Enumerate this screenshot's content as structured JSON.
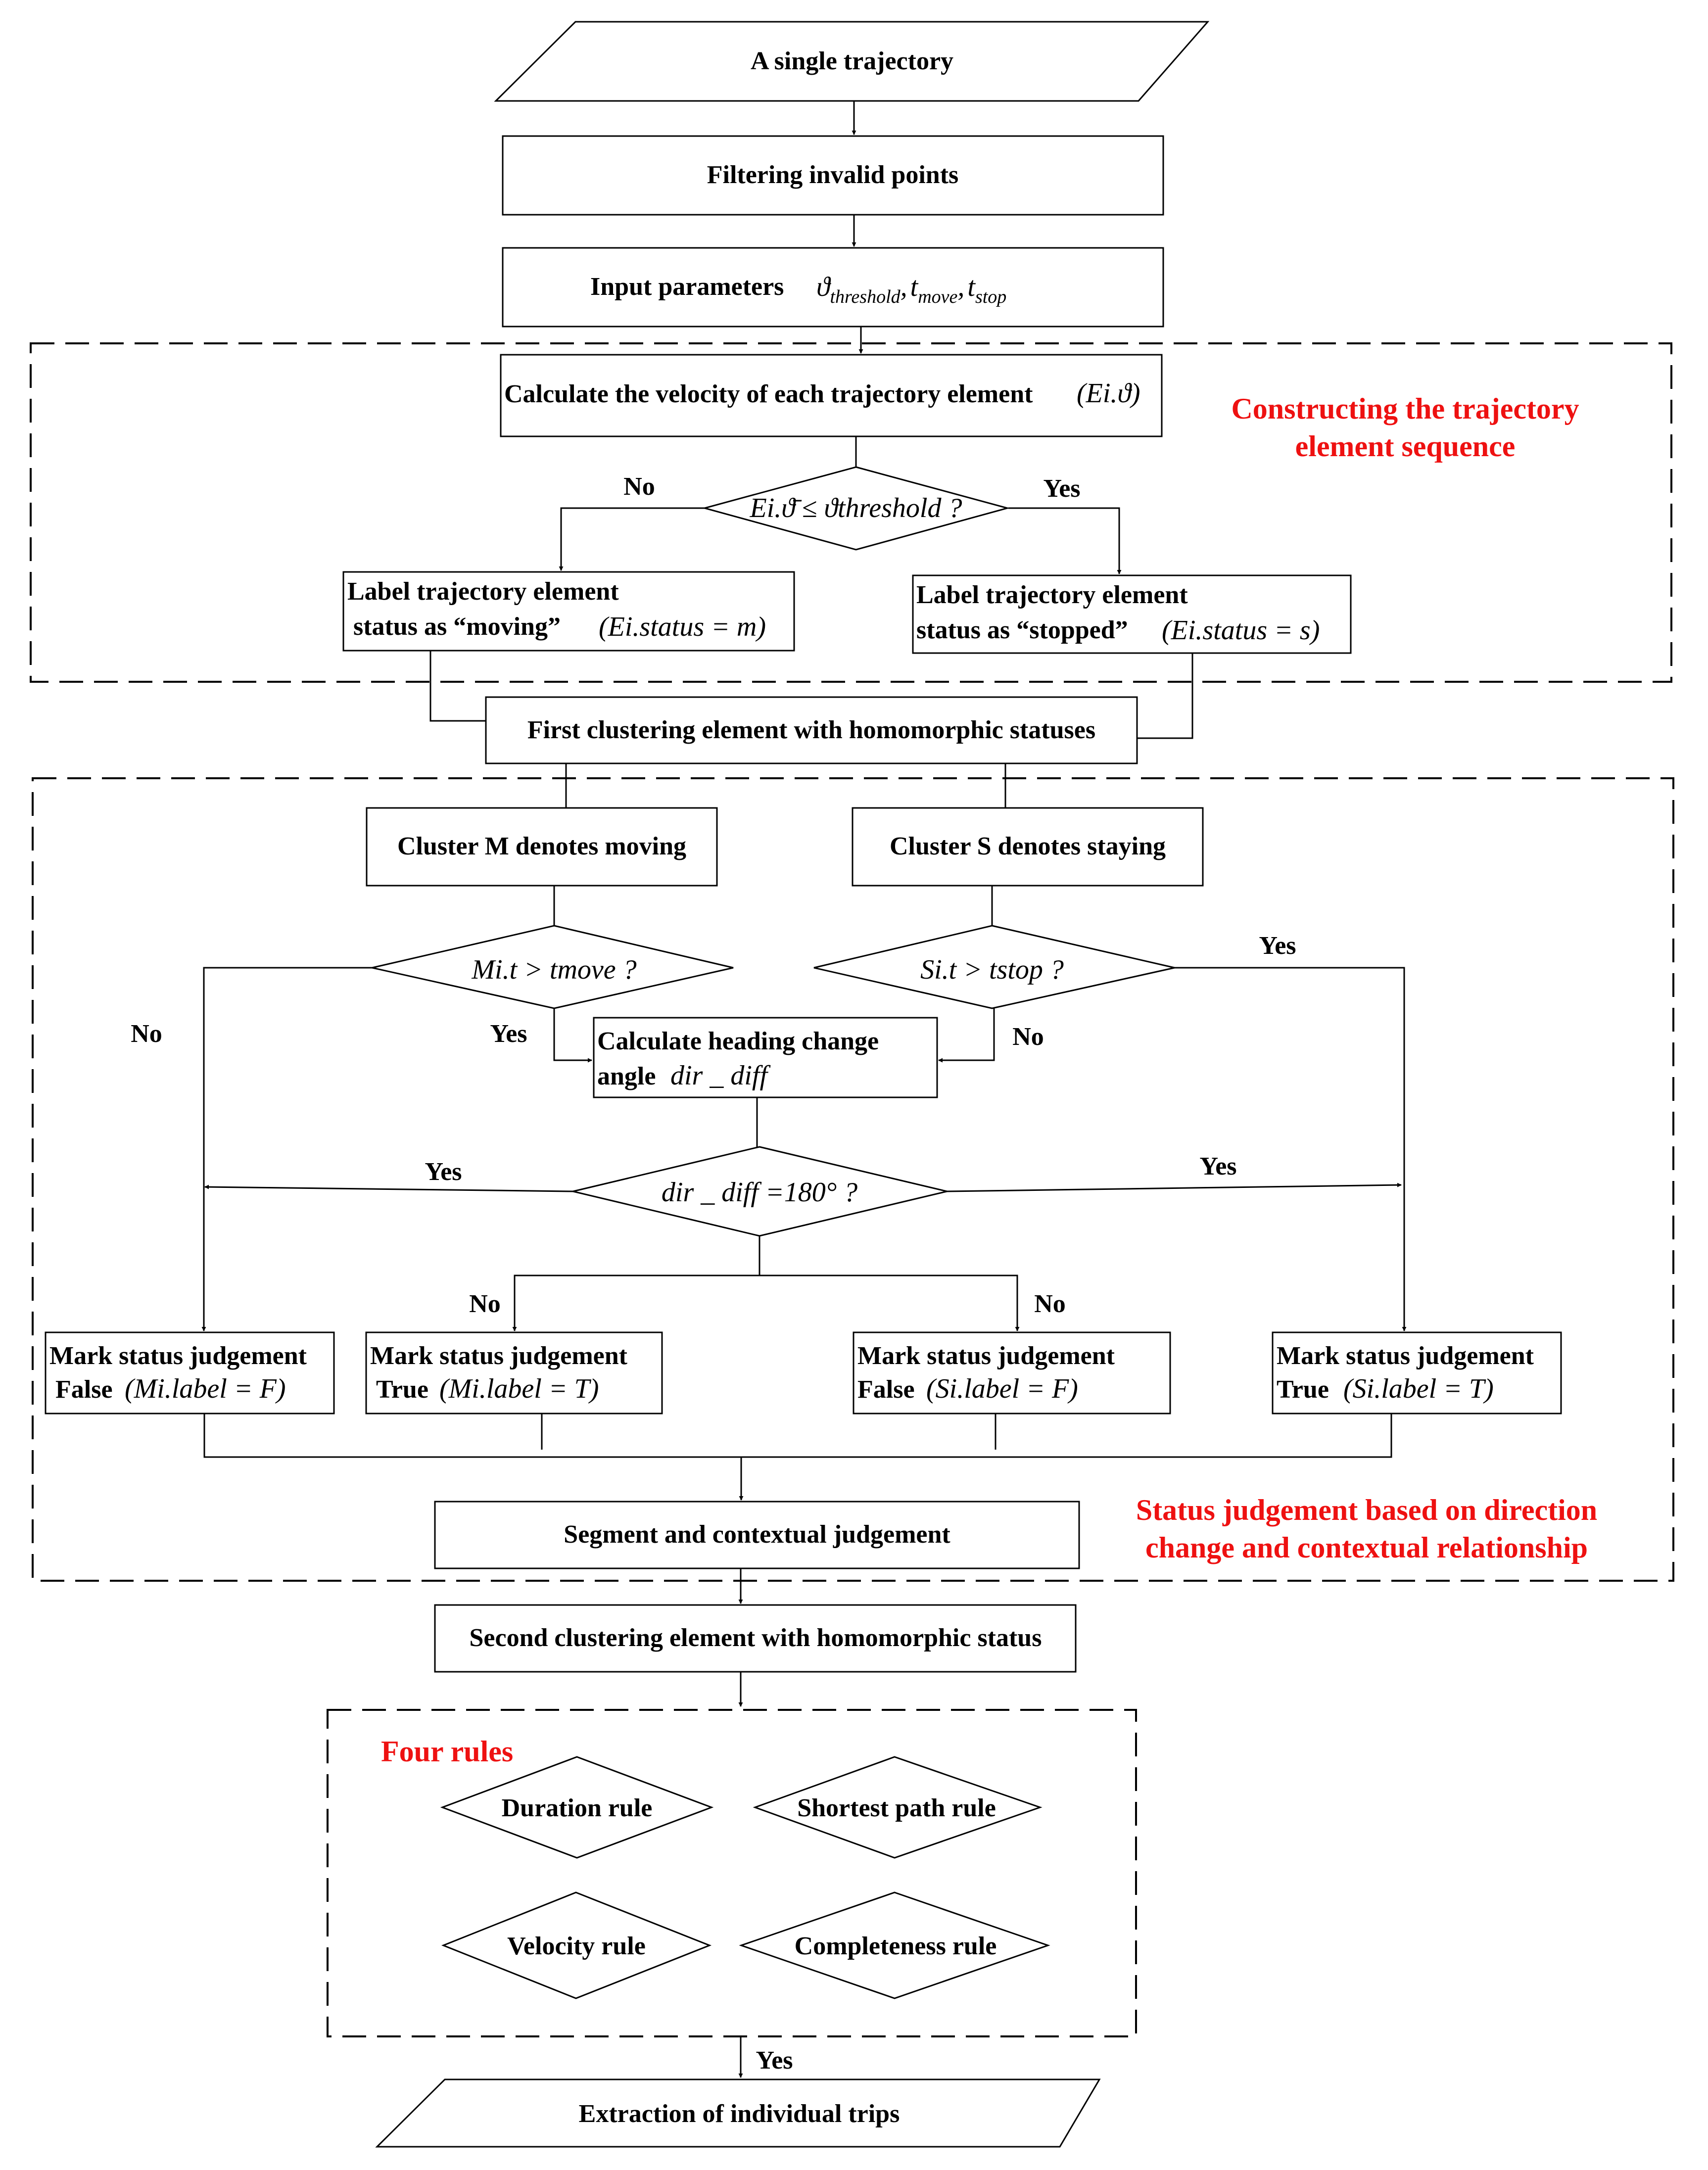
{
  "start": {
    "label": "A single trajectory"
  },
  "filter": {
    "label": "Filtering invalid points"
  },
  "params": {
    "label": "Input  parameters",
    "theta": "ϑ",
    "threshold_sub": "threshold",
    "t": "t",
    "move_sub": "move",
    "stop_sub": "stop",
    "comma": ","
  },
  "group1": {
    "title_line1": "Constructing the trajectory",
    "title_line2": "element sequence"
  },
  "velocity": {
    "label": "Calculate the velocity of each trajectory element",
    "math": "(Ei.ϑ)"
  },
  "velocity_check": {
    "math": "Ei.ϑ̄ ≤ ϑthreshold ?",
    "no": "No",
    "yes": "Yes"
  },
  "label_moving": {
    "line1": "Label trajectory element",
    "line2": "status as  “moving”",
    "math": "(Ei.status = m)"
  },
  "label_stopped": {
    "line1": "Label trajectory element",
    "line2": "status as  “stopped”",
    "math": "(Ei.status = s)"
  },
  "first_cluster": {
    "label": "First clustering element with homomorphic statuses"
  },
  "cluster_m": {
    "label": "Cluster M denotes moving"
  },
  "cluster_s": {
    "label": "Cluster S denotes staying"
  },
  "m_check": {
    "math": "Mi.t > tmove ?",
    "no": "No",
    "yes": "Yes"
  },
  "s_check": {
    "math": "Si.t > tstop ?",
    "no": "No",
    "yes": "Yes"
  },
  "heading": {
    "line1": "Calculate heading change",
    "line2": "angle",
    "math": "dir _ diff"
  },
  "dir_check": {
    "math": "dir _ diff =180° ?",
    "yes_left": "Yes",
    "yes_right": "Yes",
    "no_left": "No",
    "no_right": "No"
  },
  "marks": [
    {
      "line1": "Mark status judgement",
      "line2": "False",
      "math": "(Mi.label = F)"
    },
    {
      "line1": "Mark status judgement",
      "line2": "True",
      "math": "(Mi.label = T)"
    },
    {
      "line1": "Mark status judgement",
      "line2": "False",
      "math": "(Si.label = F)"
    },
    {
      "line1": "Mark status judgement",
      "line2": "True",
      "math": "(Si.label = T)"
    }
  ],
  "segment": {
    "label": "Segment  and contextual judgement"
  },
  "group2": {
    "title_line1": "Status judgement based on direction",
    "title_line2": "change and contextual relationship"
  },
  "second_cluster": {
    "label": "Second clustering element with homomorphic status"
  },
  "rules": {
    "title": "Four rules",
    "items": [
      "Duration rule",
      "Shortest path rule",
      "Velocity rule",
      "Completeness rule"
    ],
    "exit_yes": "Yes"
  },
  "end": {
    "label": "Extraction of individual trips"
  },
  "colors": {
    "stroke": "#000000",
    "group_title": "#ee1111"
  }
}
